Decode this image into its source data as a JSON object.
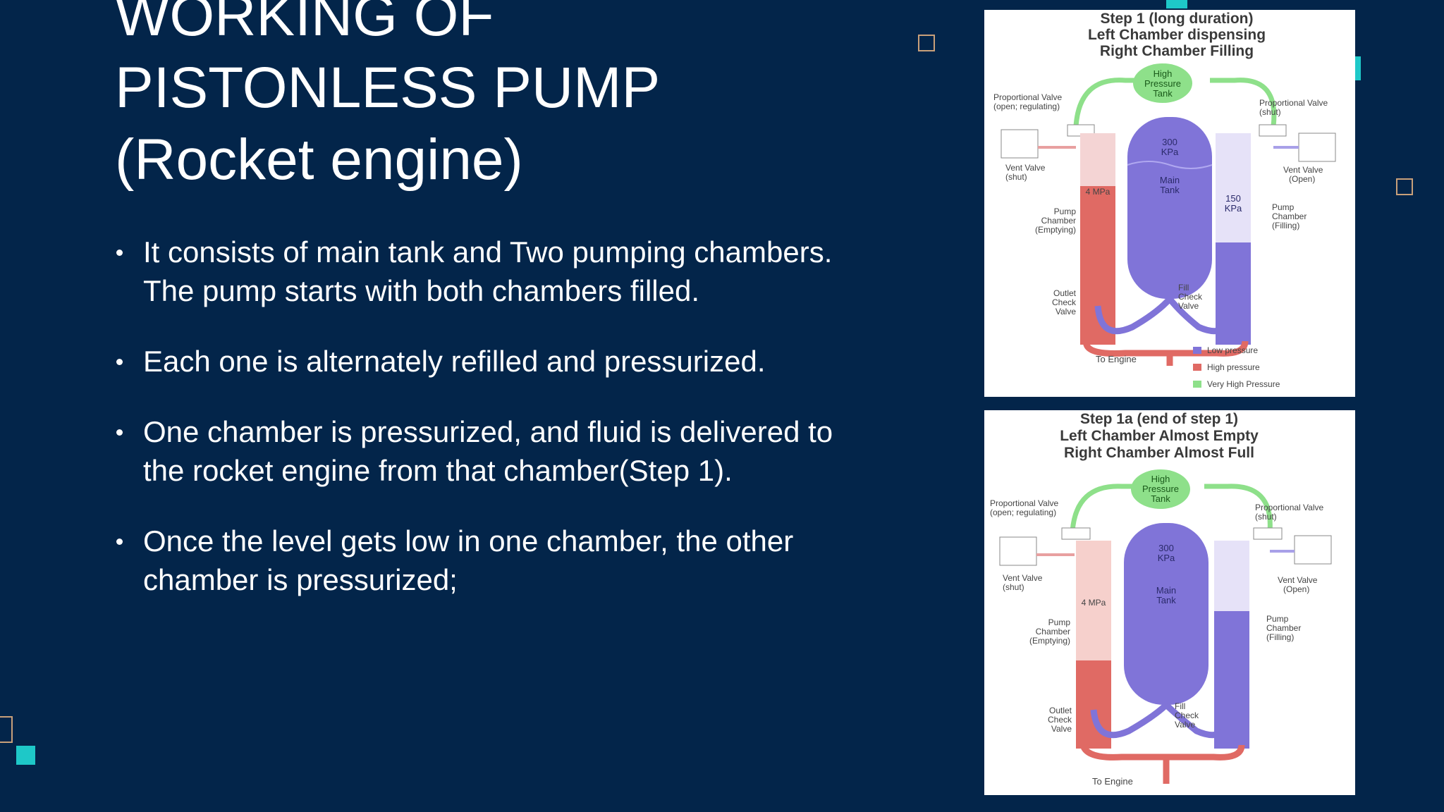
{
  "slide": {
    "title_lines": [
      "WORKING OF",
      "PISTONLESS PUMP",
      "(Rocket engine)"
    ],
    "bullets": [
      "It consists of main tank and Two pumping chambers. The pump starts with both chambers filled.",
      "Each one is alternately refilled and pressurized.",
      "One chamber is pressurized, and fluid is delivered to the rocket engine from that chamber(Step 1).",
      "Once the level gets low in one chamber, the other chamber is pressurized;"
    ]
  },
  "colors": {
    "background": "#03254a",
    "accent_teal": "#1ec8c8",
    "outline_square": "#c9a07a",
    "low_pressure": "#8074d8",
    "high_pressure": "#e06a64",
    "very_high_pressure": "#8ee08a"
  },
  "diagram_top": {
    "title": [
      "Step 1 (long duration)",
      "Left Chamber dispensing",
      "Right Chamber Filling"
    ],
    "high_pressure_tank": [
      "High",
      "Pressure",
      "Tank"
    ],
    "prop_valve_left": [
      "Proportional Valve",
      "(open; regulating)"
    ],
    "prop_valve_right": [
      "Proportional Valve",
      "(shut)"
    ],
    "vent_valve_left": [
      "Vent Valve",
      "(shut)"
    ],
    "vent_valve_right": [
      "Vent Valve",
      "(Open)"
    ],
    "main_tank_pressure": [
      "300",
      "KPa"
    ],
    "main_tank_label": [
      "Main",
      "Tank"
    ],
    "left_chamber_pressure": "4 MPa",
    "right_chamber_pressure": [
      "150",
      "KPa"
    ],
    "pump_left": [
      "Pump",
      "Chamber",
      "(Emptying)"
    ],
    "pump_right": [
      "Pump",
      "Chamber",
      "(Filling)"
    ],
    "outlet_check": [
      "Outlet",
      "Check",
      "Valve"
    ],
    "fill_check": [
      "Fill",
      "Check",
      "Valve"
    ],
    "to_engine": "To Engine",
    "legend": [
      "Low pressure",
      "High pressure",
      "Very High Pressure"
    ]
  },
  "diagram_bottom": {
    "title": [
      "Step 1a (end of step 1)",
      "Left Chamber Almost Empty",
      "Right Chamber Almost Full"
    ],
    "high_pressure_tank": [
      "High",
      "Pressure",
      "Tank"
    ],
    "prop_valve_left": [
      "Proportional Valve",
      "(open; regulating)"
    ],
    "prop_valve_right": [
      "Proportional Valve",
      "(shut)"
    ],
    "vent_valve_left": [
      "Vent Valve",
      "(shut)"
    ],
    "vent_valve_right": [
      "Vent Valve",
      "(Open)"
    ],
    "main_tank_pressure": [
      "300",
      "KPa"
    ],
    "main_tank_label": [
      "Main",
      "Tank"
    ],
    "left_chamber_pressure": "4 MPa",
    "pump_left": [
      "Pump",
      "Chamber",
      "(Emptying)"
    ],
    "pump_right": [
      "Pump",
      "Chamber",
      "(Filling)"
    ],
    "outlet_check": [
      "Outlet",
      "Check",
      "Valve"
    ],
    "fill_check": [
      "Fill",
      "Check",
      "Valve"
    ],
    "to_engine": "To Engine"
  }
}
